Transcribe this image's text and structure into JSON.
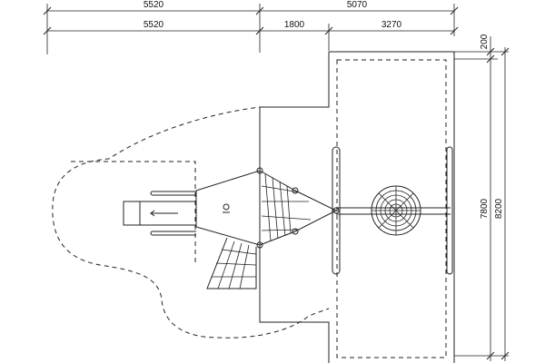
{
  "dimensions": {
    "top_overall": {
      "left": "5520",
      "right": "5070"
    },
    "top_detail": {
      "left": "5520",
      "middle": "1800",
      "right": "3270"
    },
    "right_side": {
      "offset": "200",
      "inner": "7800",
      "outer": "8200"
    }
  }
}
